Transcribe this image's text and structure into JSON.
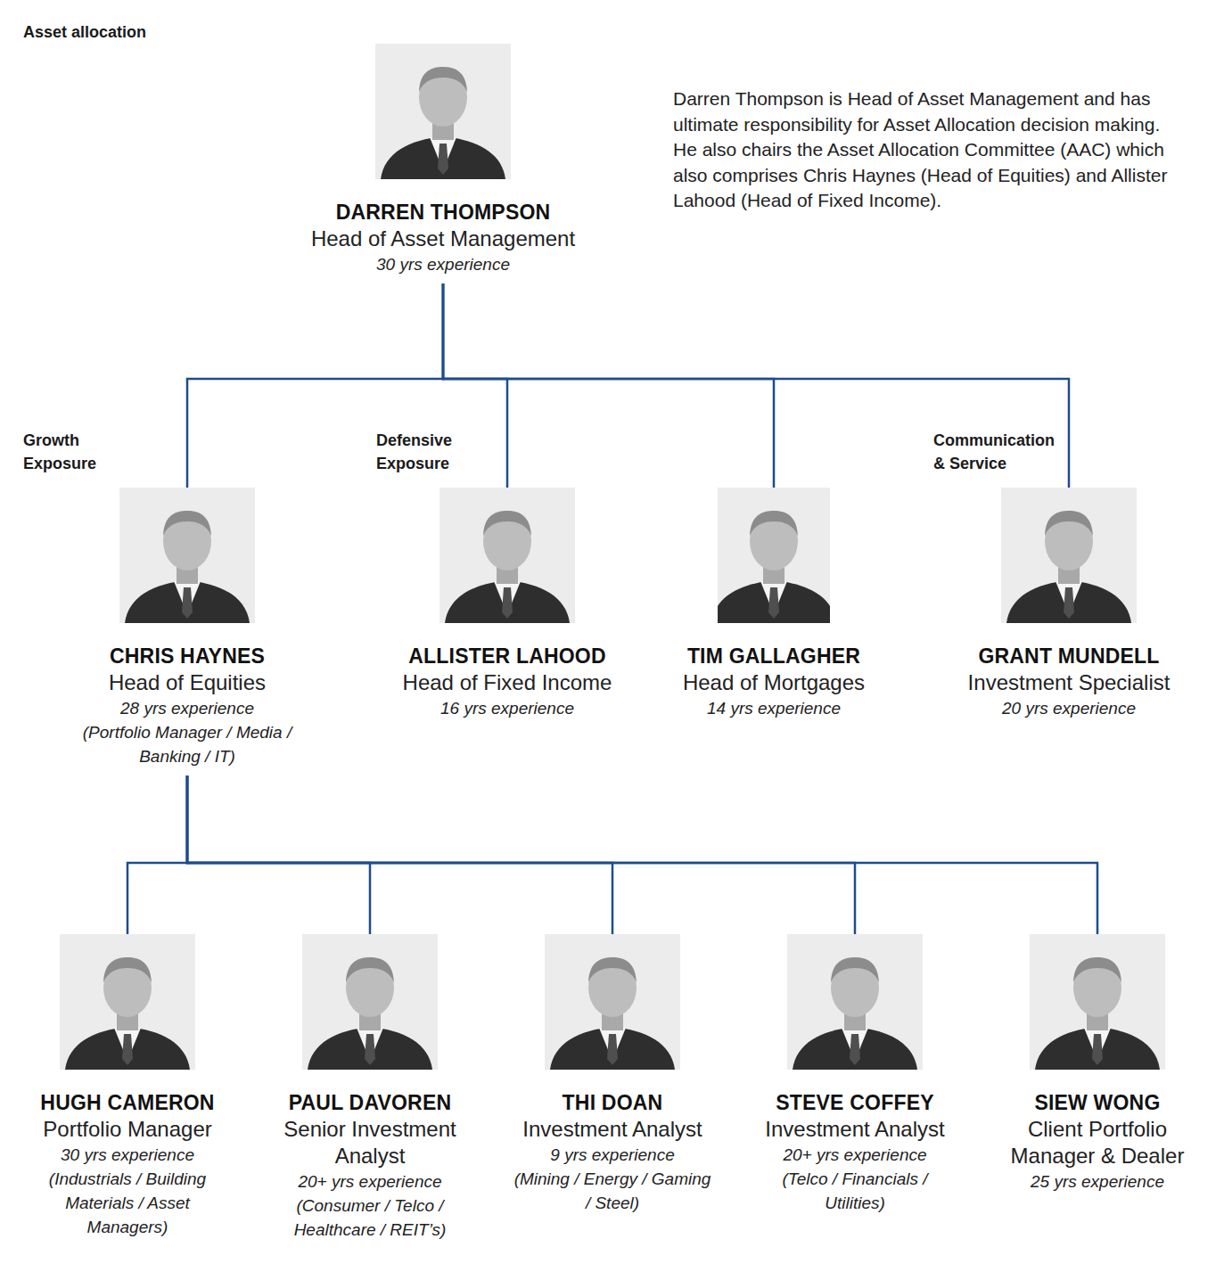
{
  "diagram": {
    "nodes": [
      {
        "text": [
          "Asset allocation",
          "Darren Thompson is Head of Asset Management and has ultimate responsibility for Asset Allocation decision making. He also chairs the Asset Allocation Committee (AAC) which also comprises Chris Haynes (Head of Equities) and Allister Lahood (Head of Fixed Income)."
        ]
      },
      {
        "text": [
          "DARREN THOMPSON",
          "Head of Asset Management",
          "30 yrs experience"
        ],
        "in": 0
      },
      {
        "text": [
          "Growth Exposure"
        ]
      },
      {
        "text": [
          "CHRIS HAYNES",
          "Head of Equities",
          "28 yrs experience",
          "(Portfolio Manager / Media / Banking / IT)"
        ],
        "in": 2
      },
      {
        "text": [
          "Defensive Exposure"
        ]
      },
      {
        "text": [
          "ALLISTER LAHOOD",
          "Head of Fixed Income",
          "16 yrs experience"
        ],
        "in": 4
      },
      {
        "text": [
          "TIM GALLAGHER",
          "Head of Mortgages",
          "14 yrs experience"
        ],
        "in": 4
      },
      {
        "text": [
          "Communication & Service"
        ]
      },
      {
        "text": [
          "GRANT MUNDELL",
          "Investment Specialist",
          "20 yrs experience"
        ],
        "in": 7
      },
      {
        "text": [
          "HUGH CAMERON",
          "Portfolio Manager",
          "30 yrs experience",
          "(Industrials / Building Materials / Asset Managers)"
        ],
        "in": 2
      },
      {
        "text": [
          "PAUL DAVOREN",
          "Senior Investment Analyst",
          "20+ yrs experience",
          "(Consumer / Telco / Healthcare / REIT’s)"
        ],
        "in": 2
      },
      {
        "text": [
          "THI DOAN",
          "Investment Analyst",
          "9 yrs experience",
          "(Mining / Energy / Gaming / Steel)"
        ],
        "in": 2
      },
      {
        "text": [
          "STEVE COFFEY",
          "Investment Analyst",
          "20+ yrs experience",
          "(Telco / Financials / Utilities)"
        ],
        "in": 2
      },
      {
        "text": [
          "SIEW WONG",
          "Client Portfolio Manager & Dealer",
          "25 yrs experience"
        ],
        "in": 2
      }
    ],
    "edges": [
      {
        "from": 1,
        "to": 3,
        "arrow": "none"
      },
      {
        "from": 1,
        "to": 5,
        "arrow": "none"
      },
      {
        "from": 1,
        "to": 6,
        "arrow": "none"
      },
      {
        "from": 1,
        "to": 8,
        "arrow": "none"
      },
      {
        "from": 3,
        "to": 9,
        "arrow": "none"
      },
      {
        "from": 3,
        "to": 10,
        "arrow": "none"
      },
      {
        "from": 3,
        "to": 11,
        "arrow": "none"
      },
      {
        "from": 3,
        "to": 12,
        "arrow": "none"
      },
      {
        "from": 3,
        "to": 13,
        "arrow": "none"
      }
    ]
  }
}
